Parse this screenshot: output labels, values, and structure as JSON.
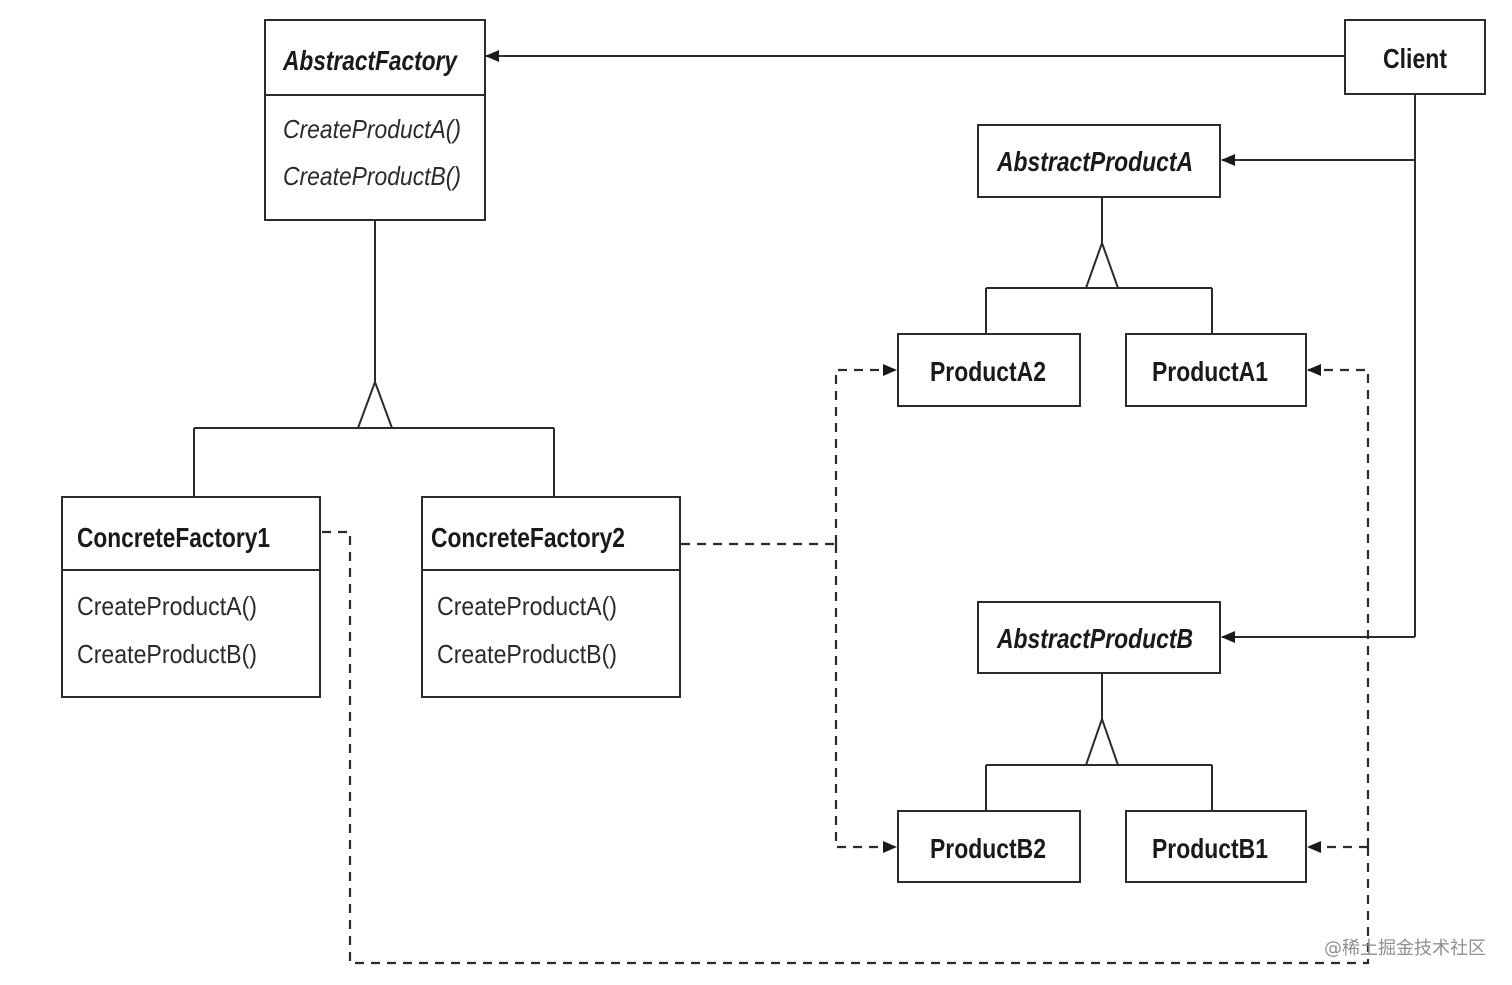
{
  "classes": {
    "abstract_factory": {
      "name": "AbstractFactory",
      "operations": [
        "CreateProductA()",
        "CreateProductB()"
      ]
    },
    "client": {
      "name": "Client"
    },
    "abstract_product_a": {
      "name": "AbstractProductA"
    },
    "abstract_product_b": {
      "name": "AbstractProductB"
    },
    "concrete_factory_1": {
      "name": "ConcreteFactory1",
      "operations": [
        "CreateProductA()",
        "CreateProductB()"
      ]
    },
    "concrete_factory_2": {
      "name": "ConcreteFactory2",
      "operations": [
        "CreateProductA()",
        "CreateProductB()"
      ]
    },
    "product_a2": {
      "name": "ProductA2"
    },
    "product_a1": {
      "name": "ProductA1"
    },
    "product_b2": {
      "name": "ProductB2"
    },
    "product_b1": {
      "name": "ProductB1"
    }
  },
  "watermark": "@稀土掘金技术社区"
}
